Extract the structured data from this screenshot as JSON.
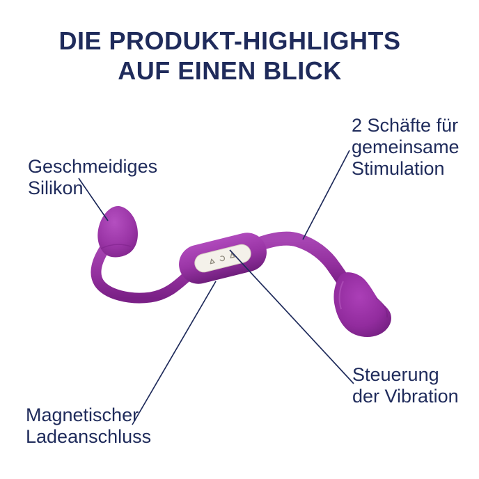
{
  "title": {
    "line1": "DIE PRODUKT-HIGHLIGHTS",
    "line2": "AUF EINEN BLICK"
  },
  "callouts": {
    "silicone": {
      "line1": "Geschmeidiges",
      "line2": "Silikon"
    },
    "shafts": {
      "line1": "2 Schäfte für",
      "line2": "gemeinsame",
      "line3": "Stimulation"
    },
    "vibration": {
      "line1": "Steuerung",
      "line2": "der Vibration"
    },
    "charging": {
      "line1": "Magnetischer",
      "line2": "Ladeanschluss"
    }
  },
  "product": {
    "control_panel_icons": [
      "triangle-down-icon",
      "power-cycle-icon",
      "triangle-up-icon"
    ]
  },
  "colors": {
    "background": "#ffffff",
    "text_navy": "#1f2b5b",
    "leader_line": "#1f2b5b",
    "purple_light": "#b44fc0",
    "purple_mid": "#9a35a6",
    "purple_dark": "#731f80",
    "panel_white": "#f4f1ea",
    "icon_gray": "#8e897c"
  }
}
